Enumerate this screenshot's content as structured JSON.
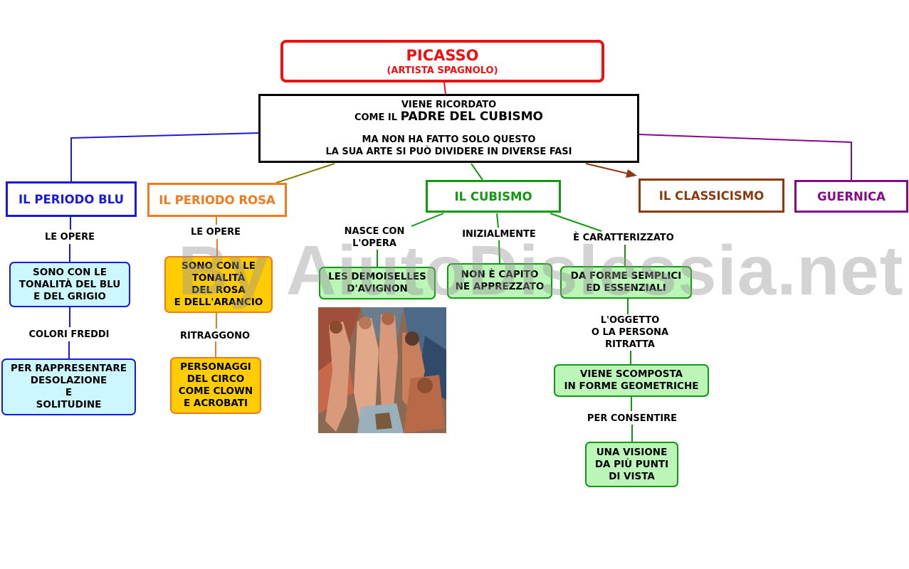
{
  "title": {
    "main": "PICASSO",
    "sub": "(ARTISTA SPAGNOLO)"
  },
  "center": {
    "line1": "VIENE RICORDATO",
    "line2_prefix": "COME IL",
    "line2_big": "PADRE DEL CUBISMO",
    "line3": "MA NON HA FATTO SOLO QUESTO",
    "line4": "LA SUA ARTE SI PUÒ DIVIDERE IN DIVERSE FASI"
  },
  "phases": {
    "blu": "IL PERIODO BLU",
    "rosa": "IL PERIODO ROSA",
    "cubismo": "IL CUBISMO",
    "classicismo": "IL CLASSICISMO",
    "guernica": "GUERNICA"
  },
  "blu": {
    "link1": "LE OPERE",
    "box1": [
      "SONO CON LE",
      "TONALITÀ DEL BLU",
      "E DEL GRIGIO"
    ],
    "link2": "COLORI FREDDI",
    "box2": [
      "PER RAPPRESENTARE",
      "DESOLAZIONE",
      "E",
      "SOLITUDINE"
    ]
  },
  "rosa": {
    "link1": "LE OPERE",
    "box1": [
      "SONO CON LE",
      "TONALITÀ",
      "DEL ROSA",
      "E DELL'ARANCIO"
    ],
    "link2": "RITRAGGONO",
    "box2": [
      "PERSONAGGI",
      "DEL CIRCO",
      "COME CLOWN",
      "E ACROBATI"
    ]
  },
  "cubismo": {
    "link_nasce": [
      "NASCE CON",
      "L'OPERA"
    ],
    "box_dem": [
      "LES DEMOISELLES",
      "D'AVIGNON"
    ],
    "link_iniz": "INIZIALMENTE",
    "box_noncap": [
      "NON È CAPITO",
      "NE APPREZZATO"
    ],
    "link_caratt": "È CARATTERIZZATO",
    "box_forme": [
      "DA FORME SEMPLICI",
      "ED ESSENZIALI"
    ],
    "link_oggetto": [
      "L'OGGETTO",
      "O LA PERSONA",
      "RITRATTA"
    ],
    "box_scomp": [
      "VIENE SCOMPOSTA",
      "IN FORME GEOMETRICHE"
    ],
    "link_consentire": "PER CONSENTIRE",
    "box_visione": [
      "UNA VISIONE",
      "DA PIÙ PUNTI",
      "DI VISTA"
    ]
  },
  "watermark": "By AiutoDislessia.net",
  "colors": {
    "title": "#ee1111",
    "blu": "#1a1adf",
    "rosa": "#f07a1c",
    "cubismo": "#119911",
    "classicismo": "#8b3a10",
    "guernica": "#850a8a",
    "link_olive": "#808000"
  }
}
